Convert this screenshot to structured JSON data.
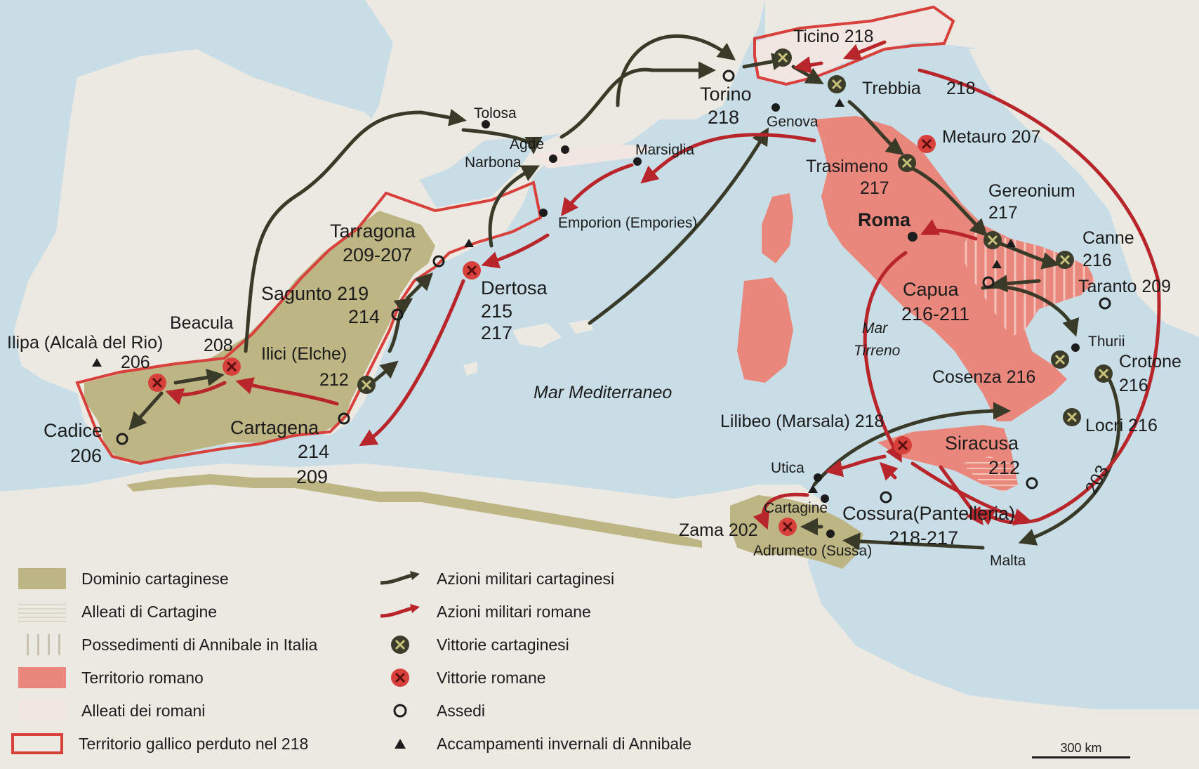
{
  "map": {
    "seas": {
      "mediterraneo": "Mar Mediterraneo",
      "tirreno_1": "Mar",
      "tirreno_2": "Tirreno"
    },
    "places": {
      "tolosa": "Tolosa",
      "agde": "Agde",
      "narbona": "Narbona",
      "marsiglia": "Marsiglia",
      "emporion": "Emporion (Empories)",
      "torino": "Torino",
      "torino_year": "218",
      "genova": "Genova",
      "ticino": "Ticino 218",
      "trebbia": "Trebbia",
      "trebbia_year": "218",
      "metauro": "Metauro 207",
      "trasimeno": "Trasimeno",
      "trasimeno_year": "217",
      "gereonium": "Gereonium",
      "gereonium_year": "217",
      "roma": "Roma",
      "canne": "Canne",
      "canne_year": "216",
      "taranto": "Taranto 209",
      "capua": "Capua",
      "capua_year": "216-211",
      "thurii": "Thurii",
      "crotone": "Crotone",
      "crotone_year": "216",
      "cosenza": "Cosenza 216",
      "locri": "Locri 216",
      "lilibeo": "Lilibeo (Marsala) 218",
      "siracusa": "Siracusa",
      "siracusa_year": "212",
      "utica": "Utica",
      "cartagine": "Cartagine",
      "cossura": "Cossura(Pantelleria)",
      "cossura_year": "218-217",
      "zama": "Zama 202",
      "adrumeto": "Adrumeto (Sussa)",
      "malta": "Malta",
      "year_203": "203",
      "tarragona": "Tarragona",
      "tarragona_year": "209-207",
      "sagunto": "Sagunto 219",
      "sagunto_year": "214",
      "dertosa": "Dertosa",
      "dertosa_year1": "215",
      "dertosa_year2": "217",
      "beacula": "Beacula",
      "beacula_year": "208",
      "ilipa": "Ilipa (Alcalà del Rio)",
      "ilipa_year": "206",
      "ilici": "Ilici (Elche)",
      "ilici_year": "212",
      "cartagena": "Cartagena",
      "cartagena_year1": "214",
      "cartagena_year2": "209",
      "cadice": "Cadice",
      "cadice_year": "206"
    }
  },
  "legend": {
    "dominio": "Dominio cartaginese",
    "alleati_cartagine": "Alleati di Cartagine",
    "possedimenti": "Possedimenti di Annibale in Italia",
    "territorio_romano": "Territorio romano",
    "alleati_romani": "Alleati dei romani",
    "gallico": "Territorio gallico perduto nel 218",
    "azioni_cart": "Azioni militari cartaginesi",
    "azioni_rom": "Azioni militari romane",
    "vittorie_cart": "Vittorie cartaginesi",
    "vittorie_rom": "Vittorie romane",
    "assedi": "Assedi",
    "accampamenti": "Accampamenti invernali di Annibale"
  },
  "scale": {
    "label": "300 km"
  },
  "colors": {
    "sea": "#c9dde6",
    "land": "#ece9e2",
    "carthage": "#bdb583",
    "rome": "#e9877c",
    "roman_allies": "#f1e6e2",
    "gallic_border": "#d8403c",
    "carthage_arrow": "#3a3a28",
    "rome_arrow": "#b8262b"
  }
}
